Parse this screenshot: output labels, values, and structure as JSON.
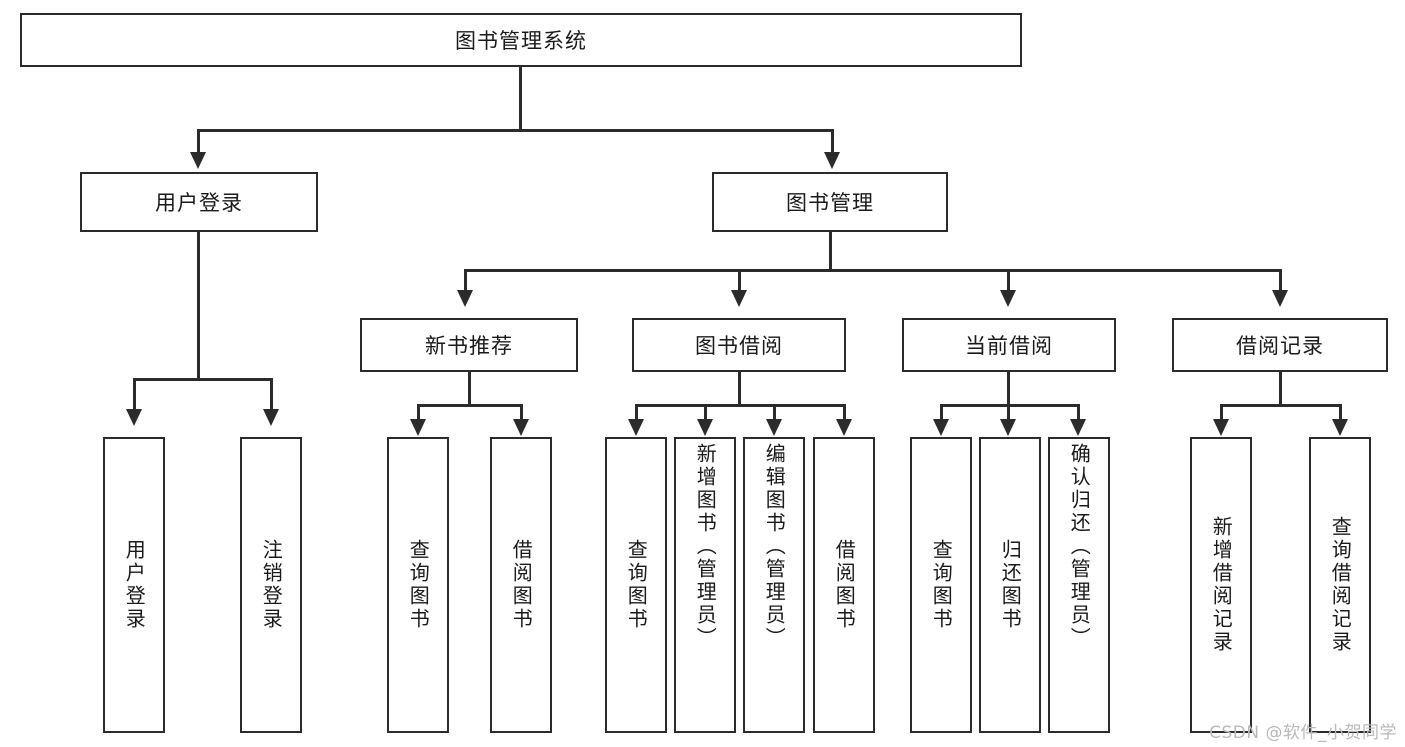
{
  "diagram": {
    "type": "tree-hierarchy",
    "title": "图书管理系统",
    "root": {
      "label": "图书管理系统"
    },
    "level1": [
      {
        "id": "user-login",
        "label": "用户登录"
      },
      {
        "id": "book-management",
        "label": "图书管理"
      }
    ],
    "level2": [
      {
        "id": "new-book-recommend",
        "label": "新书推荐",
        "parent": "book-management"
      },
      {
        "id": "book-borrow",
        "label": "图书借阅",
        "parent": "book-management"
      },
      {
        "id": "current-borrow",
        "label": "当前借阅",
        "parent": "book-management"
      },
      {
        "id": "borrow-record",
        "label": "借阅记录",
        "parent": "book-management"
      }
    ],
    "leaves": [
      {
        "id": "leaf-user-login",
        "label": "用户登录",
        "parent": "user-login"
      },
      {
        "id": "leaf-logout",
        "label": "注销登录",
        "parent": "user-login"
      },
      {
        "id": "leaf-query-book-1",
        "label": "查询图书",
        "parent": "new-book-recommend"
      },
      {
        "id": "leaf-borrow-book-1",
        "label": "借阅图书",
        "parent": "new-book-recommend"
      },
      {
        "id": "leaf-query-book-2",
        "label": "查询图书",
        "parent": "book-borrow"
      },
      {
        "id": "leaf-add-book",
        "label": "新增图书（管理员）",
        "parent": "book-borrow"
      },
      {
        "id": "leaf-edit-book",
        "label": "编辑图书（管理员）",
        "parent": "book-borrow"
      },
      {
        "id": "leaf-borrow-book-2",
        "label": "借阅图书",
        "parent": "book-borrow"
      },
      {
        "id": "leaf-query-book-3",
        "label": "查询图书",
        "parent": "current-borrow"
      },
      {
        "id": "leaf-return-book",
        "label": "归还图书",
        "parent": "current-borrow"
      },
      {
        "id": "leaf-confirm-return",
        "label": "确认归还（管理员）",
        "parent": "current-borrow"
      },
      {
        "id": "leaf-add-record",
        "label": "新增借阅记录",
        "parent": "borrow-record"
      },
      {
        "id": "leaf-query-record",
        "label": "查询借阅记录",
        "parent": "borrow-record"
      }
    ]
  },
  "watermark": {
    "text": "CSDN @软件_小贺同学"
  },
  "colors": {
    "stroke": "#2b2b2b",
    "background": "#ffffff",
    "text": "#1a1a1a",
    "watermark": "#b9b9b9"
  }
}
